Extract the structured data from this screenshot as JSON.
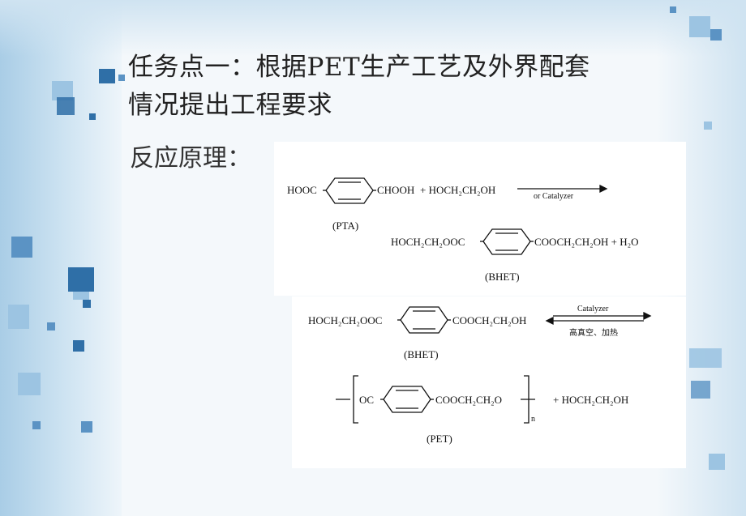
{
  "slide": {
    "title": "任务点一：根据PET生产工艺及外界配套情况提出工程要求",
    "title_line1": "任务点一：根据PET生产工艺及外界配套",
    "title_line2": "情况提出工程要求",
    "subtitle": "反应原理："
  },
  "reaction1": {
    "pta_left": "HOOC",
    "pta_right": "CHOOH",
    "reagent": "+ HOCH₂CH₂OH",
    "arrow_label": "or Catalyzer",
    "pta_name": "(PTA)",
    "bhet_left": "HOCH₂CH₂OOC",
    "bhet_right": "COOCH₂CH₂OH + H₂O",
    "bhet_name": "(BHET)"
  },
  "reaction2": {
    "bhet_left": "HOCH₂CH₂OOC",
    "bhet_right": "COOCH₂CH₂OH",
    "catalyst_top": "Catalyzer",
    "condition_bottom": "高真空、加热",
    "bhet_name": "(BHET)",
    "pet_left": "OC",
    "pet_right": "COOCH₂CH₂O",
    "pet_subscript": "n",
    "byproduct": "+ HOCH₂CH₂OH",
    "pet_name": "(PET)"
  },
  "colors": {
    "deco_dark": "#2f6fa7",
    "deco_mid": "#5b93c4",
    "deco_light": "#9cc4e2"
  }
}
